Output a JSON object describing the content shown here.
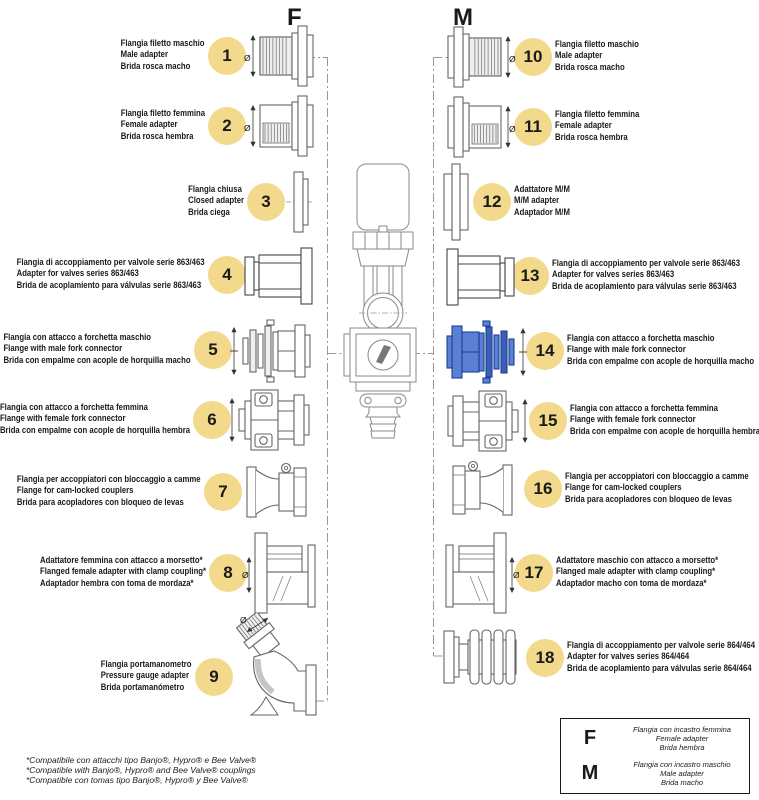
{
  "page": {
    "column_f_label": "F",
    "column_m_label": "M"
  },
  "colors": {
    "badge_yellow": "#F3D98B",
    "highlight_blue": "#5B7FD2",
    "drawing_line": "#666666"
  },
  "items": [
    {
      "number": "1",
      "column": "F",
      "part": "male-threaded-adapter",
      "highlighted": false,
      "lines": [
        "Flangia filetto maschio",
        "Male adapter",
        "Brida rosca macho"
      ]
    },
    {
      "number": "2",
      "column": "F",
      "part": "female-threaded-adapter",
      "highlighted": false,
      "lines": [
        "Flangia filetto femmina",
        "Female adapter",
        "Brida rosca hembra"
      ]
    },
    {
      "number": "3",
      "column": "F",
      "part": "closed-adapter",
      "highlighted": false,
      "lines": [
        "Flangia chiusa",
        "Closed adapter",
        "Brida ciega"
      ]
    },
    {
      "number": "4",
      "column": "F",
      "part": "valve-series-863-463-adapter",
      "highlighted": false,
      "lines": [
        "Flangia di accoppiamento per valvole serie 863/463",
        "Adapter for valves series 863/463",
        "Brida de acoplamiento para válvulas serie 863/463"
      ]
    },
    {
      "number": "5",
      "column": "F",
      "part": "male-fork-connector-flange",
      "highlighted": false,
      "lines": [
        "Flangia con attacco a forchetta maschio",
        "Flange with male fork connector",
        "Brida con empalme con acople de horquilla macho"
      ]
    },
    {
      "number": "6",
      "column": "F",
      "part": "female-fork-connector-flange",
      "highlighted": false,
      "lines": [
        "Flangia con attacco a forchetta femmina",
        "Flange with female fork connector",
        "Brida con empalme con acople de horquilla hembra"
      ]
    },
    {
      "number": "7",
      "column": "F",
      "part": "cam-lock-coupler-flange",
      "highlighted": false,
      "lines": [
        "Flangia per accoppiatori con bloccaggio a camme",
        "Flange for cam-locked couplers",
        "Brida para acopladores con bloqueo de levas"
      ]
    },
    {
      "number": "8",
      "column": "F",
      "part": "clamp-coupling-female-adapter",
      "highlighted": false,
      "lines": [
        "Adattatore femmina con attacco a morsetto*",
        "Flanged female adapter with clamp coupling*",
        "Adaptador hembra con toma de mordaza*"
      ]
    },
    {
      "number": "9",
      "column": "F",
      "part": "pressure-gauge-adapter",
      "highlighted": false,
      "lines": [
        "Flangia portamanometro",
        "Pressure gauge adapter",
        "Brida portamanómetro"
      ]
    },
    {
      "number": "10",
      "column": "M",
      "part": "male-threaded-adapter",
      "highlighted": false,
      "lines": [
        "Flangia filetto maschio",
        "Male adapter",
        "Brida rosca macho"
      ]
    },
    {
      "number": "11",
      "column": "M",
      "part": "female-threaded-adapter",
      "highlighted": false,
      "lines": [
        "Flangia filetto femmina",
        "Female adapter",
        "Brida rosca hembra"
      ]
    },
    {
      "number": "12",
      "column": "M",
      "part": "male-male-adapter",
      "highlighted": false,
      "lines": [
        "Adattatore M/M",
        "M/M adapter",
        "Adaptador M/M"
      ]
    },
    {
      "number": "13",
      "column": "M",
      "part": "valve-series-863-463-adapter",
      "highlighted": false,
      "lines": [
        "Flangia di accoppiamento per valvole serie 863/463",
        "Adapter for valves series 863/463",
        "Brida de acoplamiento para válvulas serie 863/463"
      ]
    },
    {
      "number": "14",
      "column": "M",
      "part": "male-fork-connector-flange",
      "highlighted": true,
      "lines": [
        "Flangia con attacco a forchetta maschio",
        "Flange with male fork connector",
        "Brida con empalme con acople de horquilla macho"
      ]
    },
    {
      "number": "15",
      "column": "M",
      "part": "female-fork-connector-flange",
      "highlighted": false,
      "lines": [
        "Flangia con attacco a forchetta femmina",
        "Flange with female fork connector",
        "Brida con empalme con acople de horquilla hembra"
      ]
    },
    {
      "number": "16",
      "column": "M",
      "part": "cam-lock-coupler-flange",
      "highlighted": false,
      "lines": [
        "Flangia per accoppiatori con bloccaggio a camme",
        "Flange for cam-locked couplers",
        "Brida para acopladores con bloqueo de levas"
      ]
    },
    {
      "number": "17",
      "column": "M",
      "part": "clamp-coupling-male-adapter",
      "highlighted": false,
      "lines": [
        "Adattatore maschio con attacco a morsetto*",
        "Flanged male adapter with clamp coupling*",
        "Adaptador macho con toma de mordaza*"
      ]
    },
    {
      "number": "18",
      "column": "M",
      "part": "valve-series-864-464-adapter",
      "highlighted": false,
      "lines": [
        "Flangia di accoppiamento per valvole serie 864/464",
        "Adapter for valves series 864/464",
        "Brida de acoplamiento para válvulas serie 864/464"
      ]
    }
  ],
  "legend": {
    "rows": [
      {
        "letter": "F",
        "lines": [
          "Flangia con incastro femmina",
          "Female adapter",
          "Brida hembra"
        ]
      },
      {
        "letter": "M",
        "lines": [
          "Flangia con incastro maschio",
          "Male adapter",
          "Brida macho"
        ]
      }
    ]
  },
  "footnotes": [
    "*Compatibile con attacchi tipo Banjo®, Hypro® e Bee Valve®",
    "*Compatible with Banjo®, Hypro® and Bee Valve® couplings",
    "*Compatible con tomas tipo Banjo®, Hypro® y Bee Valve®"
  ]
}
